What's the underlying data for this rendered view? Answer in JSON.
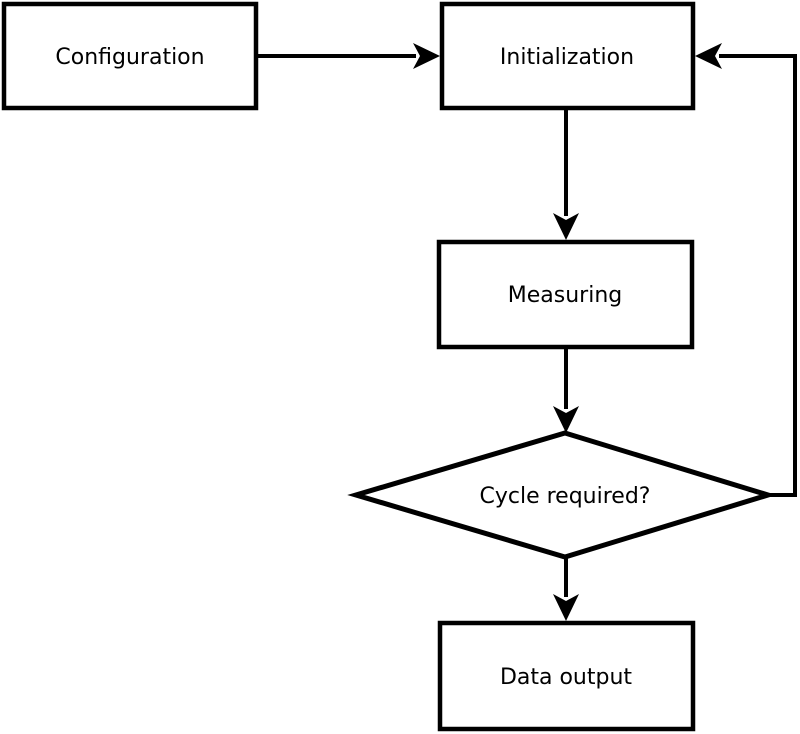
{
  "diagram": {
    "type": "flowchart",
    "background_color": "#ffffff",
    "node_fill_color": "#ffffff",
    "line_color": "#000000",
    "text_color": "#000000"
  },
  "nodes": {
    "configuration": {
      "label": "Configuration",
      "shape": "rectangle"
    },
    "initialization": {
      "label": "Initialization",
      "shape": "rectangle"
    },
    "measuring": {
      "label": "Measuring",
      "shape": "rectangle"
    },
    "cycle_required": {
      "label": "Cycle required?",
      "shape": "diamond"
    },
    "data_output": {
      "label": "Data output",
      "shape": "rectangle"
    }
  },
  "edges": [
    {
      "from": "configuration",
      "to": "initialization",
      "direction": "right"
    },
    {
      "from": "initialization",
      "to": "measuring",
      "direction": "down"
    },
    {
      "from": "measuring",
      "to": "cycle_required",
      "direction": "down"
    },
    {
      "from": "cycle_required",
      "to": "data_output",
      "direction": "down"
    },
    {
      "from": "cycle_required",
      "to": "initialization",
      "direction": "loop-back-right"
    }
  ]
}
